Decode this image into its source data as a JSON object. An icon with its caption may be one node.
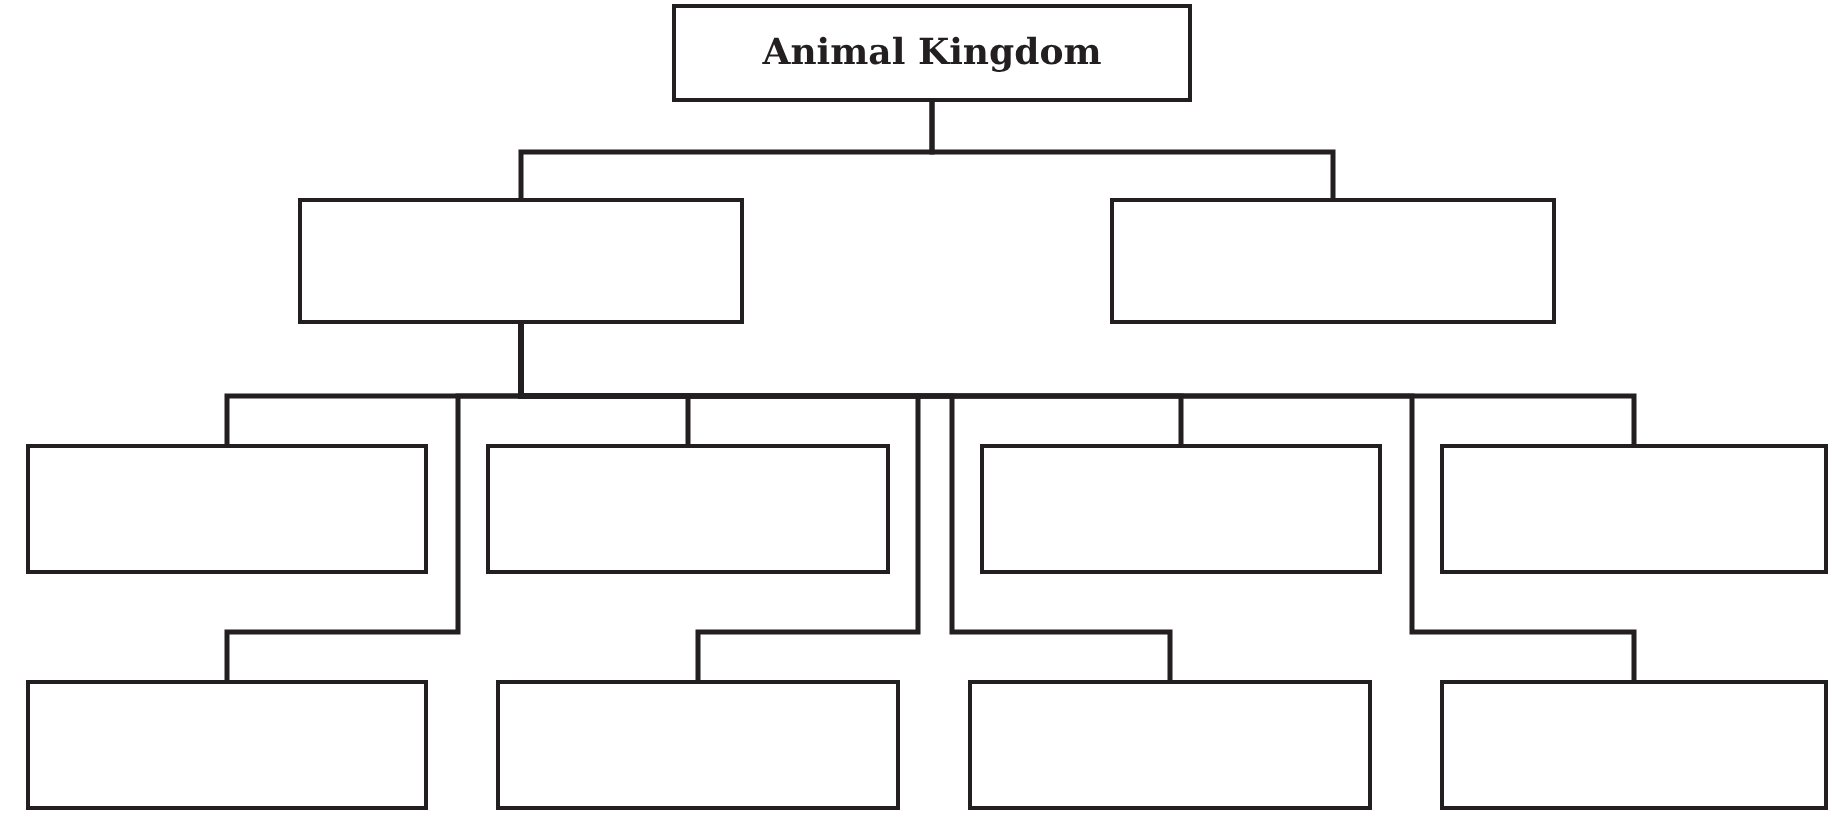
{
  "diagram": {
    "nodes": [
      {
        "text": [
          "Animal Kingdom"
        ]
      },
      {
        "text": [],
        "shape": "box"
      },
      {
        "text": [],
        "shape": "box"
      },
      {
        "text": [],
        "shape": "box"
      },
      {
        "text": [],
        "shape": "box"
      },
      {
        "text": [],
        "shape": "box"
      },
      {
        "text": [],
        "shape": "box"
      },
      {
        "text": [],
        "shape": "box"
      },
      {
        "text": [],
        "shape": "box"
      },
      {
        "text": [],
        "shape": "box"
      },
      {
        "text": [],
        "shape": "box"
      }
    ],
    "edges": [
      {
        "from": 0,
        "to": 1,
        "arrow": "none"
      },
      {
        "from": 0,
        "to": 2,
        "arrow": "none"
      },
      {
        "from": 1,
        "to": 3,
        "arrow": "none"
      },
      {
        "from": 1,
        "to": 4,
        "arrow": "none"
      },
      {
        "from": 1,
        "to": 5,
        "arrow": "none"
      },
      {
        "from": 1,
        "to": 6,
        "arrow": "none"
      },
      {
        "from": 1,
        "to": 7,
        "arrow": "none"
      },
      {
        "from": 1,
        "to": 8,
        "arrow": "none"
      },
      {
        "from": 1,
        "to": 9,
        "arrow": "none"
      },
      {
        "from": 1,
        "to": 10,
        "arrow": "none"
      }
    ]
  }
}
